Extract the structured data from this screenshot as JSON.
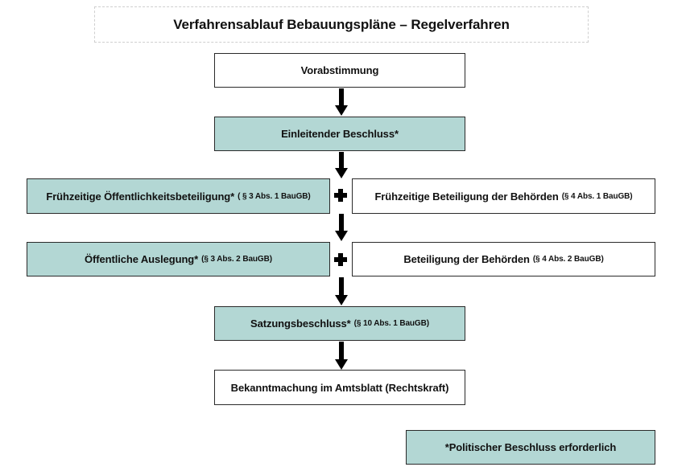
{
  "title": "Verfahrensablauf Bebauungspläne – Regelverfahren",
  "steps": {
    "vorabstimmung": "Vorabstimmung",
    "einleitender": "Einleitender Beschluss*",
    "fruehzeitig_oeff": {
      "label": "Frühzeitige Öffentlichkeitsbeteiligung*",
      "ref": "( § 3 Abs. 1 BauGB)"
    },
    "fruehzeitig_beh": {
      "label": "Frühzeitige Beteiligung der Behörden",
      "ref": "(§ 4 Abs. 1 BauGB)"
    },
    "auslegung": {
      "label": "Öffentliche Auslegung*",
      "ref": "(§ 3 Abs. 2 BauGB)"
    },
    "beteiligung_beh": {
      "label": "Beteiligung der Behörden",
      "ref": "(§ 4 Abs. 2 BauGB)"
    },
    "satzung": {
      "label": "Satzungsbeschluss*",
      "ref": "(§ 10 Abs. 1 BauGB)"
    },
    "bekanntmachung": "Bekanntmachung im Amtsblatt (Rechtskraft)"
  },
  "legend": "*Politischer Beschluss erforderlich",
  "colors": {
    "highlight_fill": "#b3d7d4",
    "plain_fill": "#ffffff",
    "border": "#2a2a2a"
  }
}
